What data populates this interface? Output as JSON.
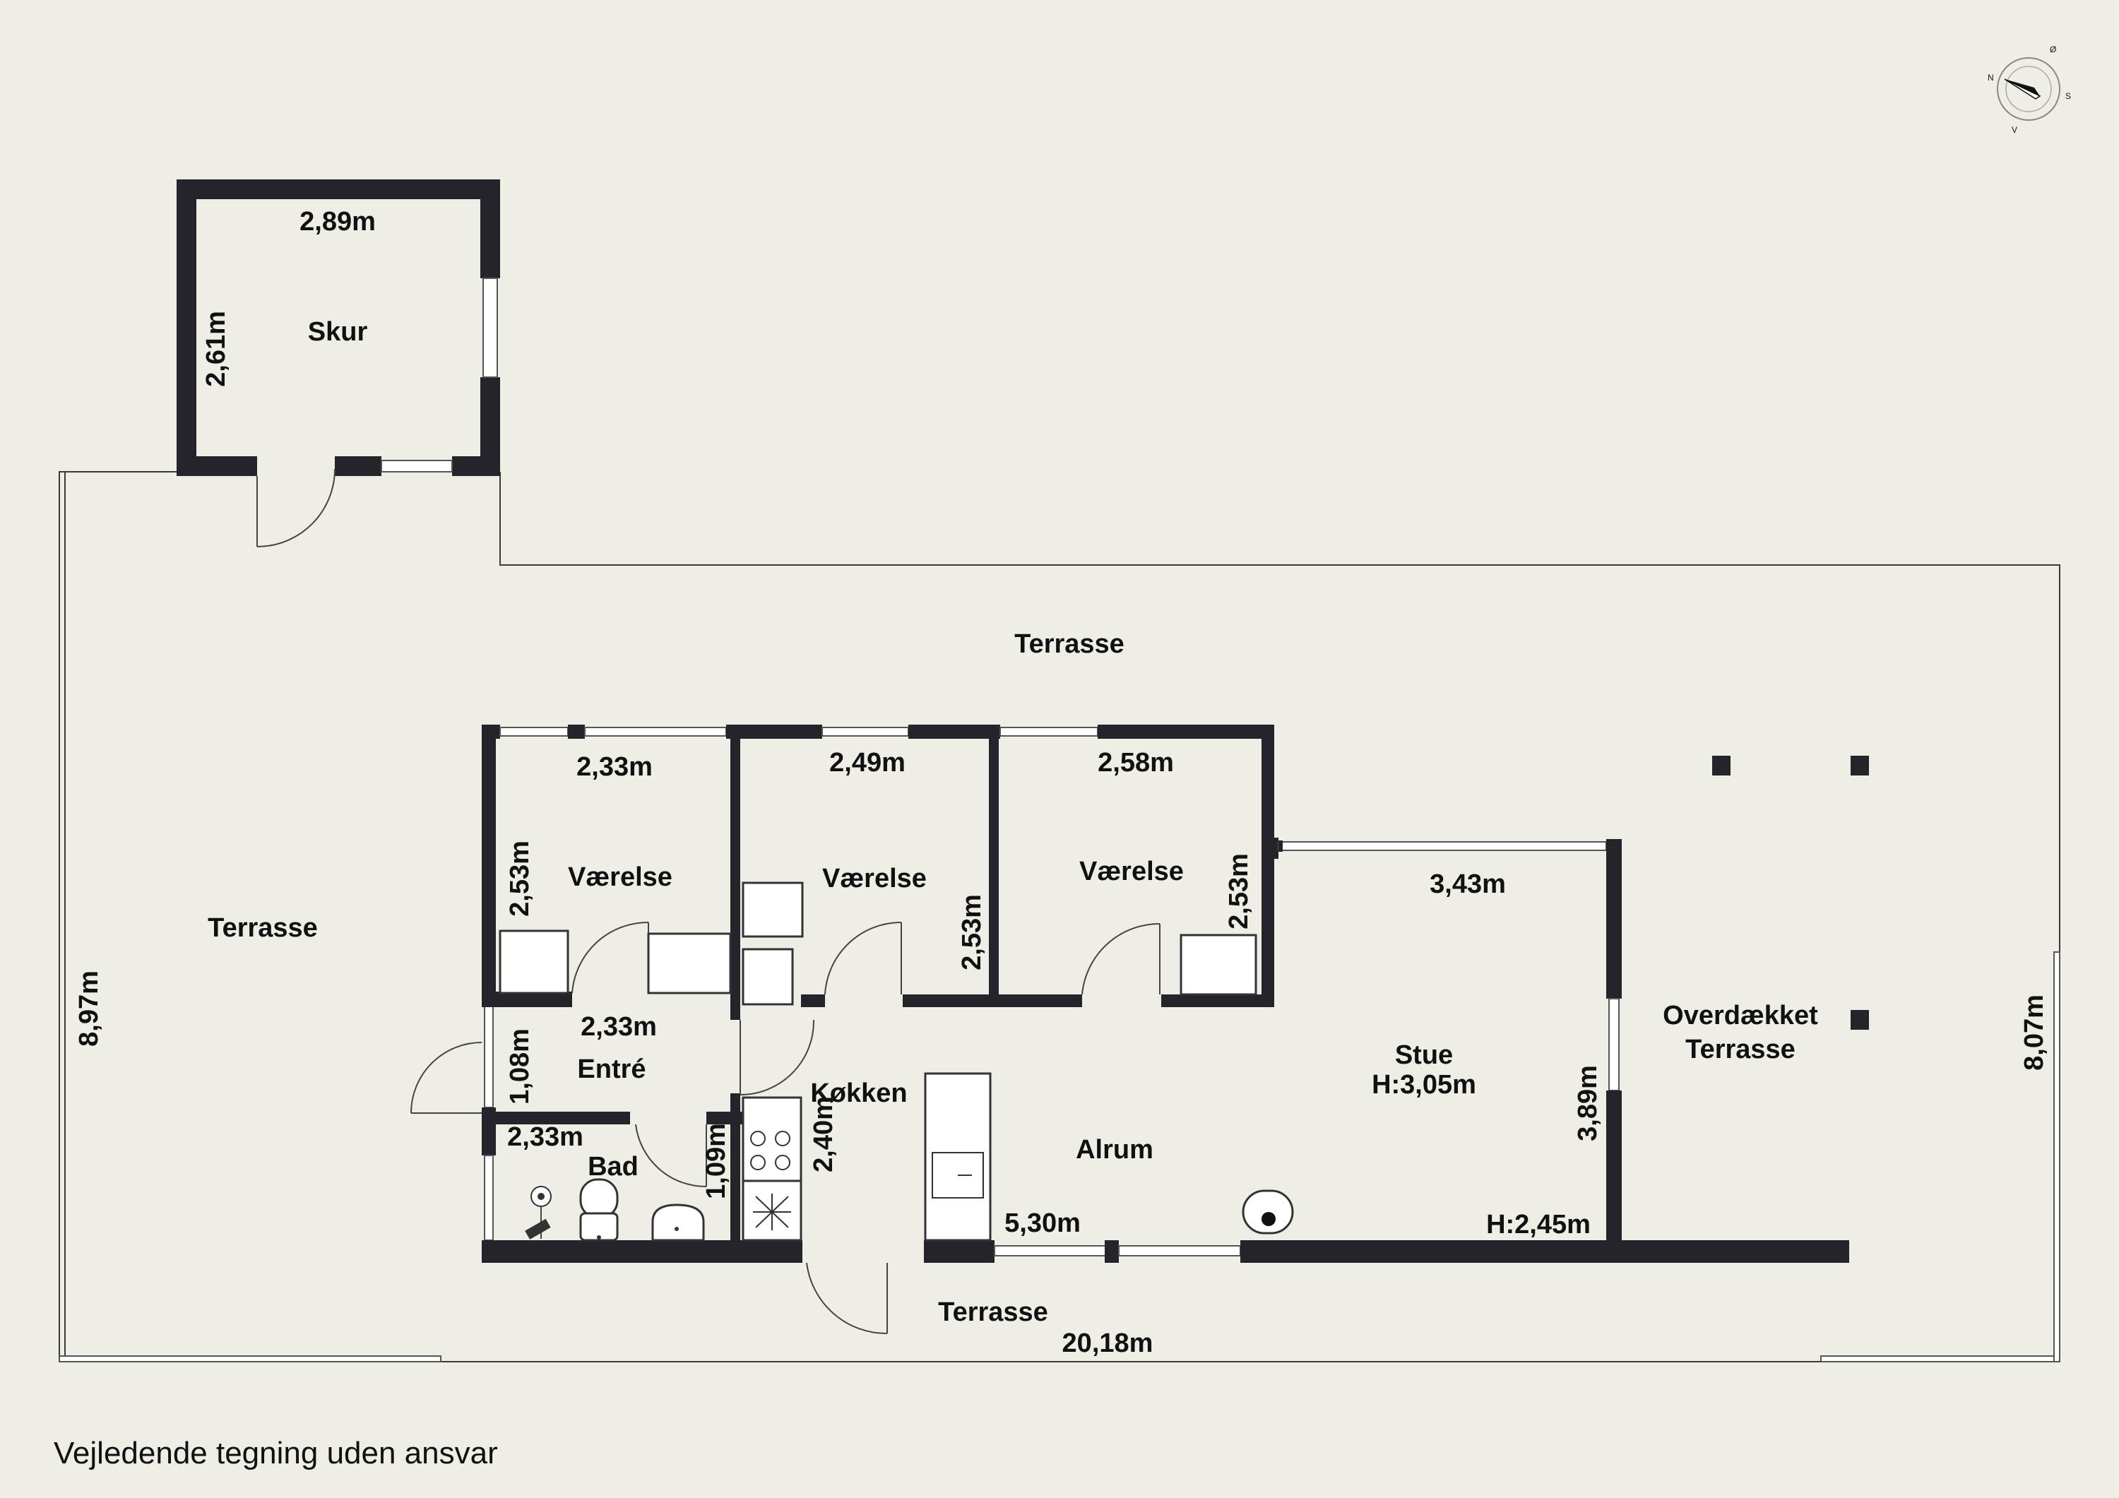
{
  "labels": {
    "skur": "Skur",
    "terrasse_top": "Terrasse",
    "terrasse_left": "Terrasse",
    "terrasse_bottom": "Terrasse",
    "vaerelse_1": "Værelse",
    "vaerelse_2": "Værelse",
    "vaerelse_3": "Værelse",
    "entre": "Entré",
    "bad": "Bad",
    "koekken": "Køkken",
    "alrum": "Alrum",
    "stue": "Stue",
    "stue_height": "H:3,05m",
    "overdaekket_1": "Overdækket",
    "overdaekket_2": "Terrasse",
    "height_low": "H:2,45m"
  },
  "dims": {
    "skur_w": "2,89m",
    "skur_h": "2,61m",
    "v1_w": "2,33m",
    "v1_h": "2,53m",
    "v2_w": "2,49m",
    "v2_h": "2,53m",
    "v3_w": "2,58m",
    "v3_h": "2,53m",
    "stue_w": "3,43m",
    "stue_h": "3,89m",
    "entre_w": "2,33m",
    "entre_h": "1,08m",
    "bad_w": "2,33m",
    "bad_h": "1,09m",
    "koekken_h": "2,40m",
    "alrum_w": "5,30m",
    "total_w": "20,18m",
    "total_h_left": "8,97m",
    "total_h_right": "8,07m"
  },
  "compass": {
    "n": "N",
    "o": "Ø",
    "s": "S",
    "v": "V",
    "icon": "compass-icon"
  },
  "footer": {
    "note": "Vejledende tegning uden ansvar"
  },
  "colors": {
    "background": "#efeee6",
    "wall": "#26242b"
  }
}
